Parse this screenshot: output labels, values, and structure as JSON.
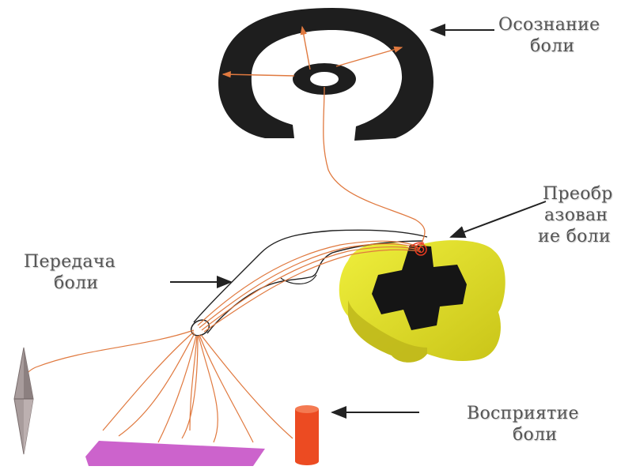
{
  "labels": {
    "awareness": [
      "Осознание",
      "боли"
    ],
    "modulation": [
      "Преобр",
      "азован",
      "ие боли"
    ],
    "transmission": [
      "Передача",
      "боли"
    ],
    "perception": [
      "Восприятие",
      "боли"
    ]
  },
  "colors": {
    "brain": "#1e1e1e",
    "nerve": "#e0793f",
    "spinal_cord_body": "#e4e42a",
    "gray_matter": "#151515",
    "receptor": "#ec4b22",
    "skin": "#cc63cc",
    "crystal": "#a89c9c",
    "arrow": "#222222"
  }
}
